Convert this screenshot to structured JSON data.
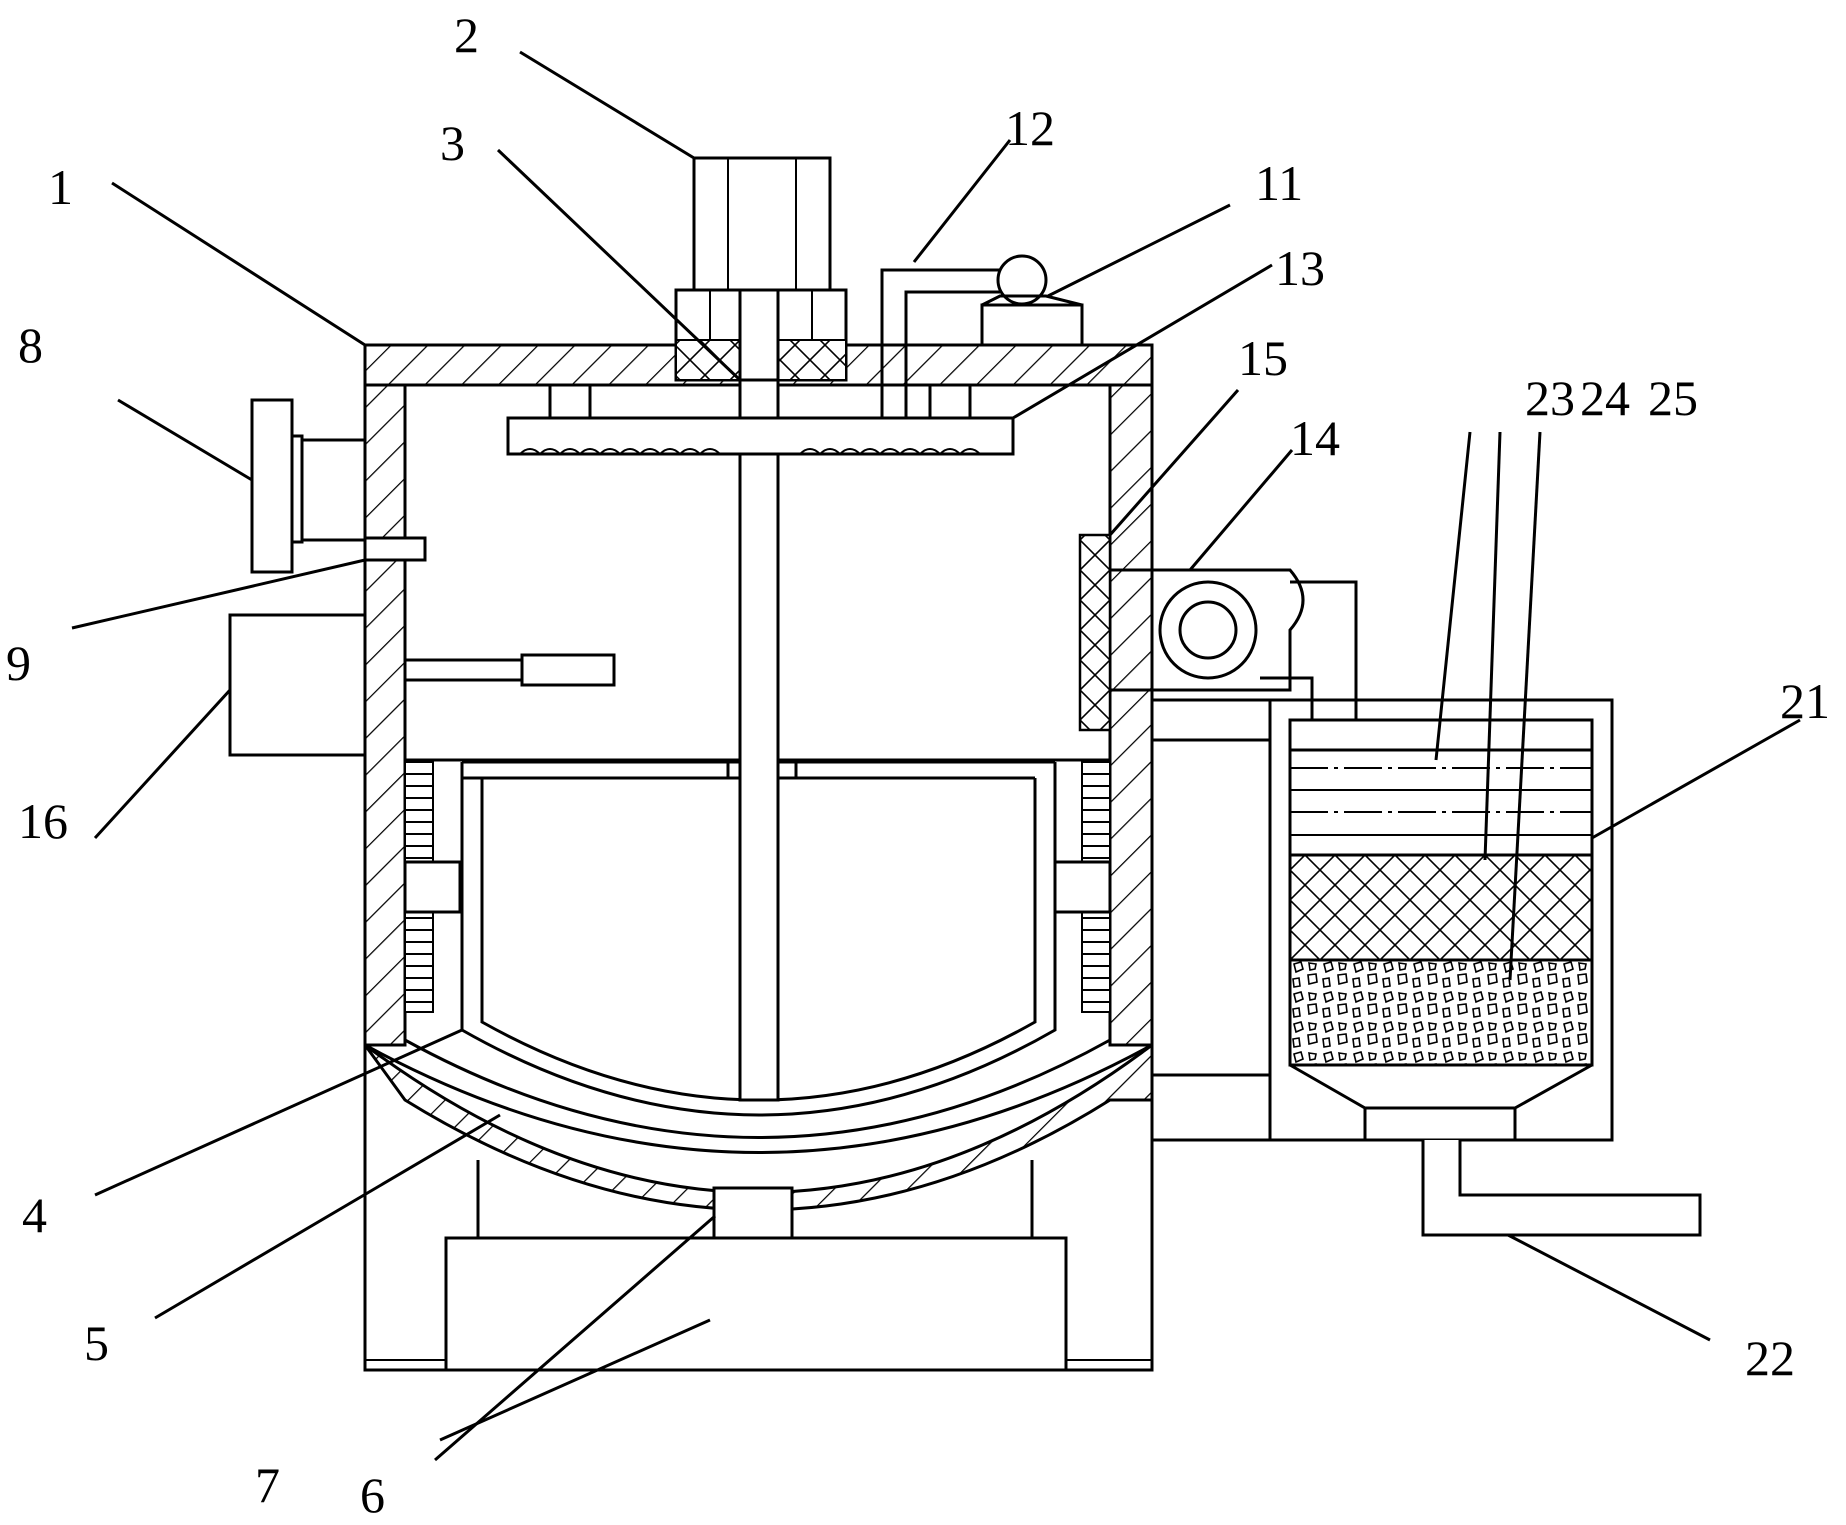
{
  "labels": {
    "l1": "1",
    "l2": "2",
    "l3": "3",
    "l4": "4",
    "l5": "5",
    "l6": "6",
    "l7": "7",
    "l8": "8",
    "l9": "9",
    "l11": "11",
    "l12": "12",
    "l13": "13",
    "l14": "14",
    "l15": "15",
    "l16": "16",
    "l21": "21",
    "l22": "22",
    "l23": "23",
    "l24": "24",
    "l25": "25"
  }
}
